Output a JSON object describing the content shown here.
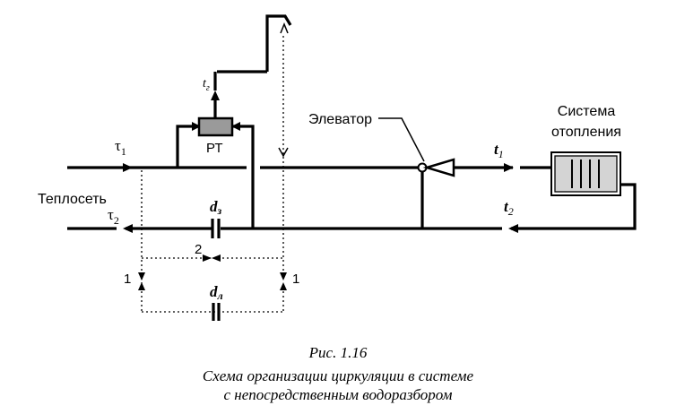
{
  "labels": {
    "teploset": "Теплосеть",
    "tau1_base": "τ",
    "tau1_sub": "1",
    "tau2_base": "τ",
    "tau2_sub": "2",
    "tg_base": "t",
    "tg_sub": "г",
    "rt": "РТ",
    "elevator": "Элеватор",
    "t1_base": "t",
    "t1_sub": "1",
    "t2_base": "t",
    "t2_sub": "2",
    "system_line1": "Система",
    "system_line2": "отопления",
    "dz_base": "d",
    "dz_sub": "з",
    "dl_base": "d",
    "dl_sub": "л",
    "num_2": "2",
    "num_1_left": "1",
    "num_1_right": "1"
  },
  "caption": {
    "line1": "Рис. 1.16",
    "line2": "Схема организации циркуляции в системе",
    "line3": "с непосредственным водоразбором"
  }
}
